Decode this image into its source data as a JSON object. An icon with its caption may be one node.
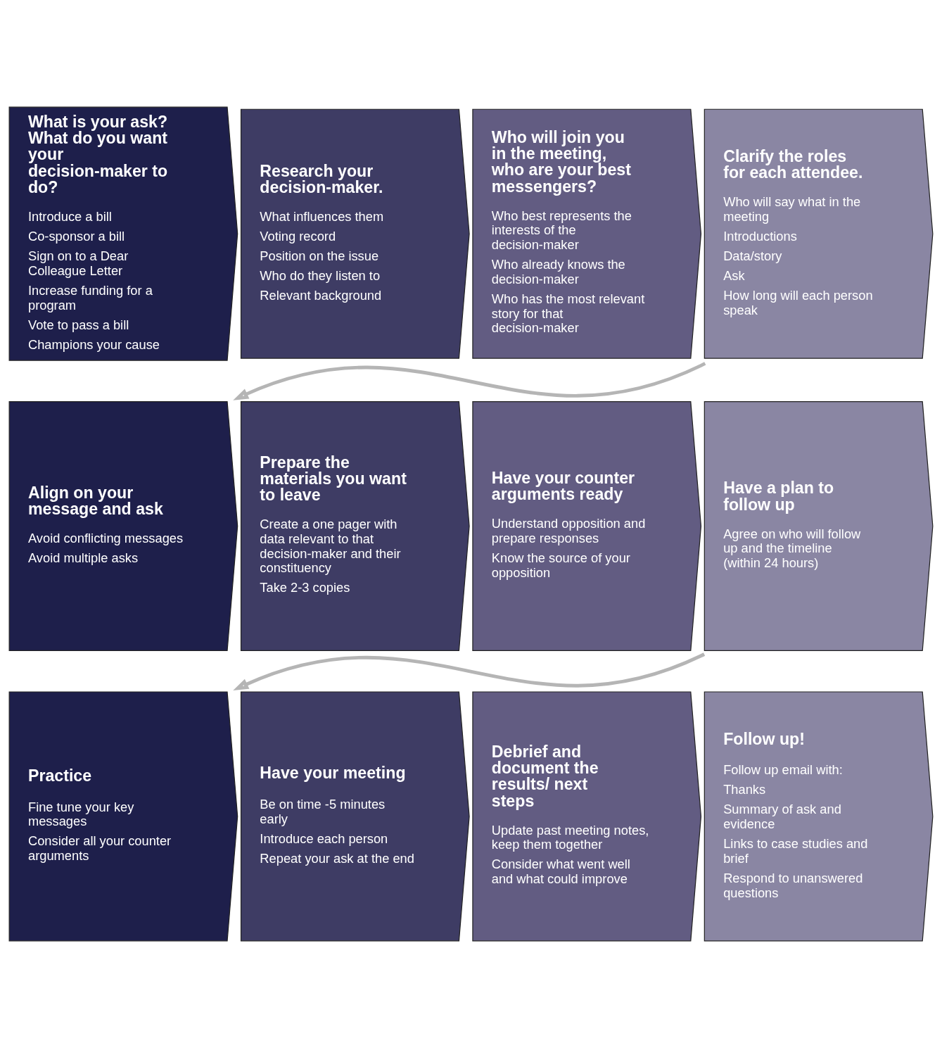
{
  "diagram": {
    "nodes": [
      {
        "text": [
          "What is your ask? What do you want your decision-maker to do?",
          "Introduce a bill",
          "Co-sponsor a bill",
          "Sign on to a Dear Colleague Letter",
          "Increase funding for a program",
          "Vote to pass a bill",
          "Champions your cause"
        ]
      },
      {
        "text": [
          "Research your decision-maker.",
          "What influences them",
          "Voting record",
          "Position on the issue",
          "Who do they listen to",
          "Relevant background"
        ]
      },
      {
        "text": [
          "Who will join you in the meeting, who are your best messengers?",
          "Who best represents the interests of the decision-maker",
          "Who already knows the decision-maker",
          "Who has the most relevant story for that decision-maker"
        ]
      },
      {
        "text": [
          "Clarify the roles for each attendee.",
          "Who will say what in the meeting",
          "Introductions",
          "Data/story",
          "Ask",
          "How long will each person speak"
        ]
      },
      {
        "text": [
          "Align on your message and ask",
          "Avoid conflicting messages",
          "Avoid multiple asks"
        ]
      },
      {
        "text": [
          "Prepare the materials you want to leave",
          "Create a one pager with data relevant to that decision-maker and their constituency",
          "Take 2-3 copies"
        ]
      },
      {
        "text": [
          "Have your counter arguments ready",
          "Understand opposition and prepare responses",
          "Know the source of your opposition"
        ]
      },
      {
        "text": [
          "Have a plan to follow up",
          "Agree on who will follow up and the timeline (within 24 hours)"
        ]
      },
      {
        "text": [
          "Practice",
          "Fine tune your key messages",
          "Consider all your counter arguments"
        ]
      },
      {
        "text": [
          "Have your meeting",
          "Be on time -5 minutes early",
          "Introduce each person",
          "Repeat your ask at the end"
        ]
      },
      {
        "text": [
          "Debrief and document the results/ next steps",
          "Update past meeting notes, keep them together",
          "Consider what went well and what could improve"
        ]
      },
      {
        "text": [
          "Follow up!",
          "Follow up email with:",
          "Thanks",
          "Summary of ask and evidence",
          "Links to case studies and brief",
          "Respond to unanswered questions"
        ]
      }
    ],
    "edges": [
      {
        "from": 3,
        "to": 4,
        "arrow": "to"
      },
      {
        "from": 7,
        "to": 8,
        "arrow": "to"
      }
    ]
  }
}
